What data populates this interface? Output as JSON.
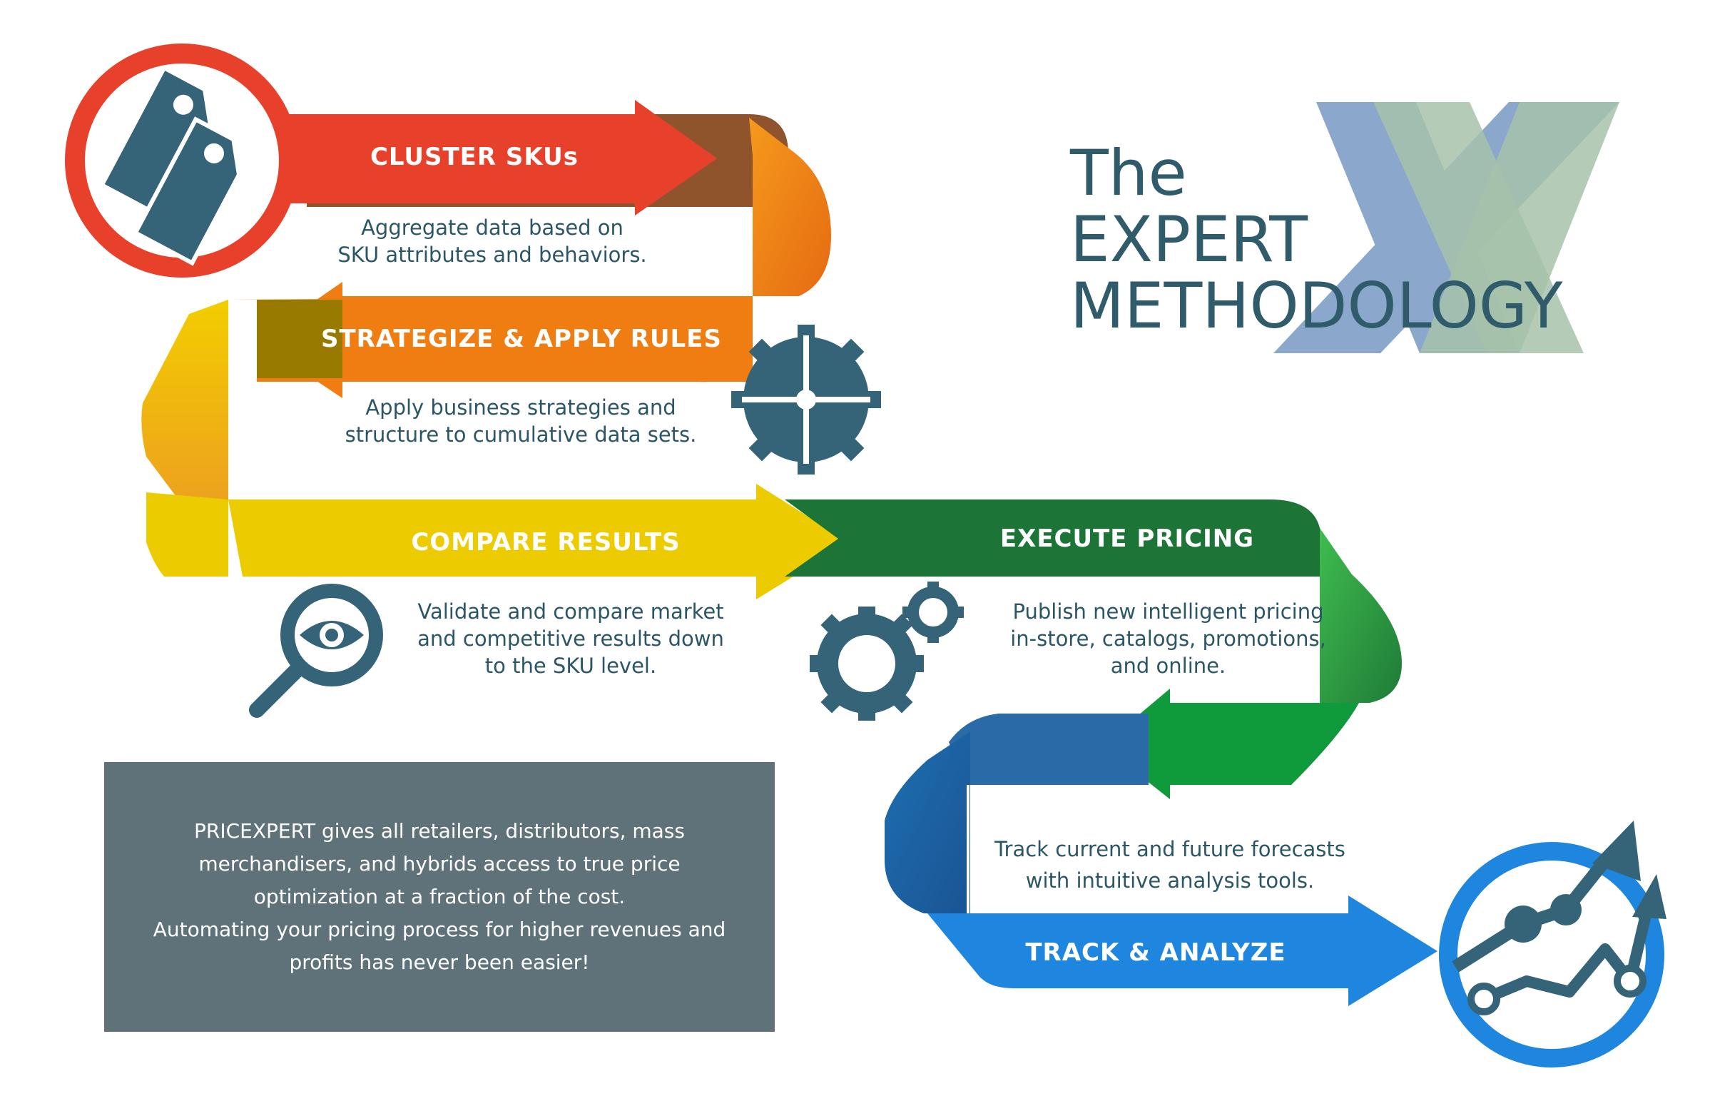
{
  "heading": {
    "line1": "The",
    "line2": "EXPERT",
    "line3": "METHODOLOGY"
  },
  "steps": [
    {
      "title": "CLUSTER SKUs",
      "description": "Aggregate data based on\nSKU attributes and behaviors.",
      "color": "#e8412b"
    },
    {
      "title": "STRATEGIZE & APPLY RULES",
      "description": "Apply business strategies and\nstructure to cumulative data sets.",
      "color": "#f07d12"
    },
    {
      "title": "COMPARE RESULTS",
      "description": "Validate and compare market\nand competitive results down\nto the SKU level.",
      "color": "#eccb00"
    },
    {
      "title": "EXECUTE PRICING",
      "description": "Publish new intelligent pricing\nin-store, catalogs, promotions,\nand online.",
      "color": "#1d7437"
    },
    {
      "title": "TRACK & ANALYZE",
      "description": "Track current and future forecasts\nwith intuitive analysis tools.",
      "color": "#1f86e0"
    }
  ],
  "summary": "PRICEXPERT gives all retailers, distributors, mass\nmerchandisers, and hybrids access to true price\noptimization at a fraction of the cost.\nAutomating your pricing process for higher revenues and\nprofits has never been easier!",
  "colors": {
    "heading_text": "#2f5b6b",
    "icon_fill": "#356378",
    "x_blue": "#8ba7cc",
    "x_green": "#a6c2aa",
    "summary_box": "#5f727a"
  }
}
